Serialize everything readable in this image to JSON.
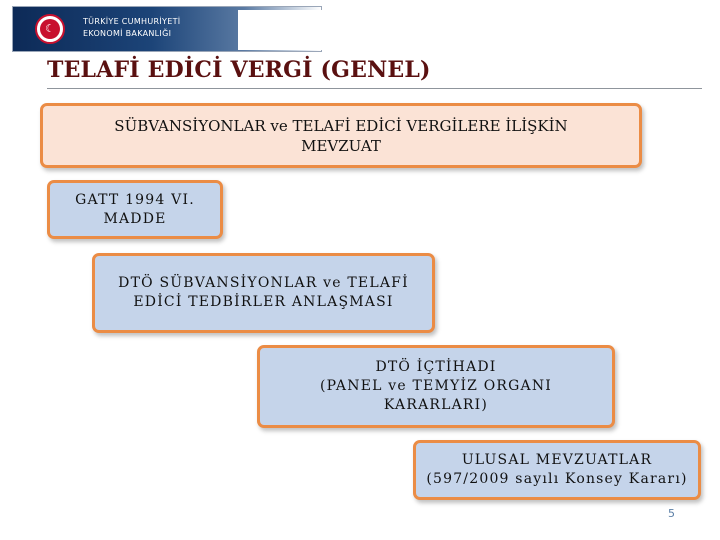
{
  "header": {
    "logo_line1": "TÜRKİYE CUMHURİYETİ",
    "logo_line2": "EKONOMİ BAKANLIĞI",
    "logo_icon": "crescent-star-emblem-icon",
    "title": "TELAFİ EDİCİ VERGİ (GENEL)"
  },
  "main_box": {
    "text": "SÜBVANSİYONLAR ve TELAFİ EDİCİ VERGİLERE İLİŞKİN\nMEVZUAT"
  },
  "boxes": [
    {
      "text": "GATT 1994 VI.\nMADDE"
    },
    {
      "text": "DTÖ SÜBVANSİYONLAR ve TELAFİ\nEDİCİ TEDBİRLER ANLAŞMASI"
    },
    {
      "text": "DTÖ İÇTİHADI\n(PANEL ve TEMYİZ ORGANI\nKARARLARI)"
    },
    {
      "text": "ULUSAL MEVZUATLAR\n(597/2009 sayılı Konsey Kararı)"
    }
  ],
  "footer": {
    "page_number": "5"
  },
  "colors": {
    "title": "#5a1010",
    "box_border": "#eb8c45",
    "main_box_fill": "#fbe3d6",
    "box_fill": "#c5d4ea",
    "page_number": "#5b7fa6"
  }
}
